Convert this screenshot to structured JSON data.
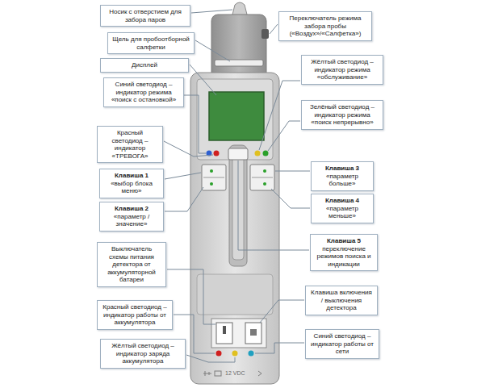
{
  "diagram": {
    "nodes": [
      {
        "text": [
          "Носик с отверстием для забора паров"
        ]
      },
      {
        "text": [
          "Переключатель режима забора пробы («Воздух»/«Салфетка»)"
        ]
      },
      {
        "text": [
          "Щель для пробоотборной салфетки"
        ]
      },
      {
        "text": [
          "Дисплей"
        ]
      },
      {
        "text": [
          "Жёлтый светодиод – индикатор режима «обслуживание»"
        ]
      },
      {
        "text": [
          "Синий светодиод – индикатор режима «поиск с остановкой»"
        ]
      },
      {
        "text": [
          "Зелёный светодиод – индикатор режима «поиск непрерывно»"
        ]
      },
      {
        "text": [
          "Красный светодиод – индикатор «ТРЕВОГА»"
        ]
      },
      {
        "text": [
          "Клавиша 1",
          "«выбор блока меню»"
        ]
      },
      {
        "text": [
          "Клавиша 3",
          "«параметр больше»"
        ]
      },
      {
        "text": [
          "Клавиша 2",
          "«параметр / значение»"
        ]
      },
      {
        "text": [
          "Клавиша 4",
          "«параметр меньше»"
        ]
      },
      {
        "text": [
          "Клавиша 5",
          "переключение режимов поиска и индикации"
        ]
      },
      {
        "text": [
          "Выключатель схемы питания детектора от аккумуляторной батареи"
        ]
      },
      {
        "text": [
          "Клавиша включения / выключения детектора"
        ]
      },
      {
        "text": [
          "Красный светодиод – индикатор работы от аккумулятора"
        ]
      },
      {
        "text": [
          "Синий светодиод – индикатор работы от сети"
        ]
      },
      {
        "text": [
          "Жёлтый светодиод – индикатор заряда аккумулятора"
        ]
      }
    ],
    "labels": [
      "12 VDC"
    ]
  }
}
